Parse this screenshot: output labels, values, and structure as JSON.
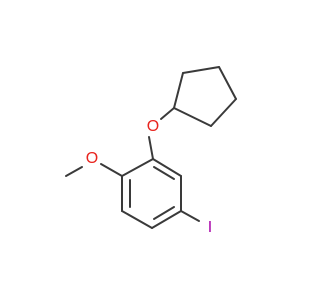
{
  "molecule": {
    "atoms": {
      "ether_oxygen": "O",
      "methoxy_oxygen": "O",
      "iodine": "I"
    },
    "colors": {
      "bond": "#3a3a3a",
      "oxygen": "#e8251f",
      "iodine": "#a800a8",
      "background": "#ffffff"
    }
  }
}
